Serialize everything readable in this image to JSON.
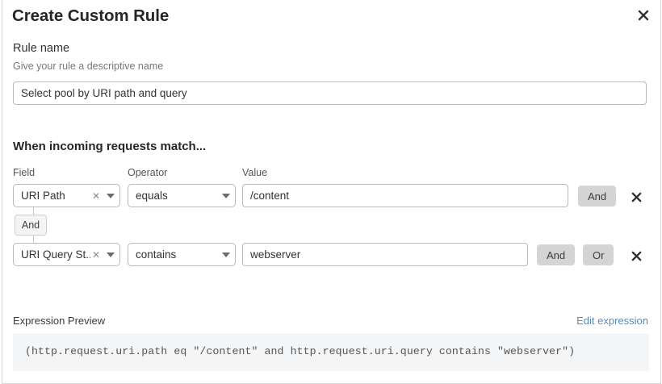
{
  "dialog": {
    "title": "Create Custom Rule",
    "close_icon": "close-icon"
  },
  "rule_name": {
    "label": "Rule name",
    "description": "Give your rule a descriptive name",
    "value": "Select pool by URI path and query",
    "placeholder": "Select pool by URI path and query"
  },
  "match": {
    "heading": "When incoming requests match...",
    "columns": {
      "field": "Field",
      "operator": "Operator",
      "value": "Value"
    },
    "connector_badge": "And",
    "rows": [
      {
        "field": "URI Path",
        "clear_icon": "clear-icon",
        "caret_icon": "chevron-down-icon",
        "operator": "equals",
        "value": "/content",
        "buttons": [
          "And"
        ],
        "remove_icon": "remove-icon"
      },
      {
        "field": "URI Query St...",
        "clear_icon": "clear-icon",
        "caret_icon": "chevron-down-icon",
        "operator": "contains",
        "value": "webserver",
        "buttons": [
          "And",
          "Or"
        ],
        "remove_icon": "remove-icon"
      }
    ]
  },
  "expression": {
    "label": "Expression Preview",
    "edit_link": "Edit expression",
    "code": "(http.request.uri.path eq \"/content\" and http.request.uri.query contains \"webserver\")"
  },
  "colors": {
    "link": "#4d8ec4",
    "pill_bg": "#d4d4d4",
    "code_bg": "#f4f5f6",
    "border": "#b9b9b9"
  }
}
